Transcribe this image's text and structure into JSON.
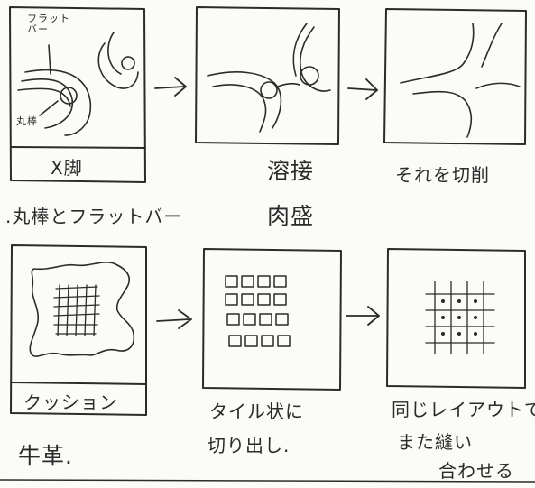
{
  "step1": {
    "annotation_flat_bar": "フラット\nバー",
    "annotation_round_bar": "丸棒",
    "box_label": "X脚",
    "caption": ".丸棒とフラットバー"
  },
  "step2": {
    "caption_line1": "溶接",
    "caption_line2": "肉盛"
  },
  "step3": {
    "caption": "それを切削"
  },
  "step4": {
    "box_label": "クッション",
    "caption": "牛革."
  },
  "step5": {
    "caption_line1": "タイル状に",
    "caption_line2": "切り出し."
  },
  "step6": {
    "caption_line1": "同じレイアウトで",
    "caption_line2": "また縫い",
    "caption_line3": "合わせる"
  },
  "arrows": [
    "→",
    "→",
    "→",
    "→"
  ]
}
